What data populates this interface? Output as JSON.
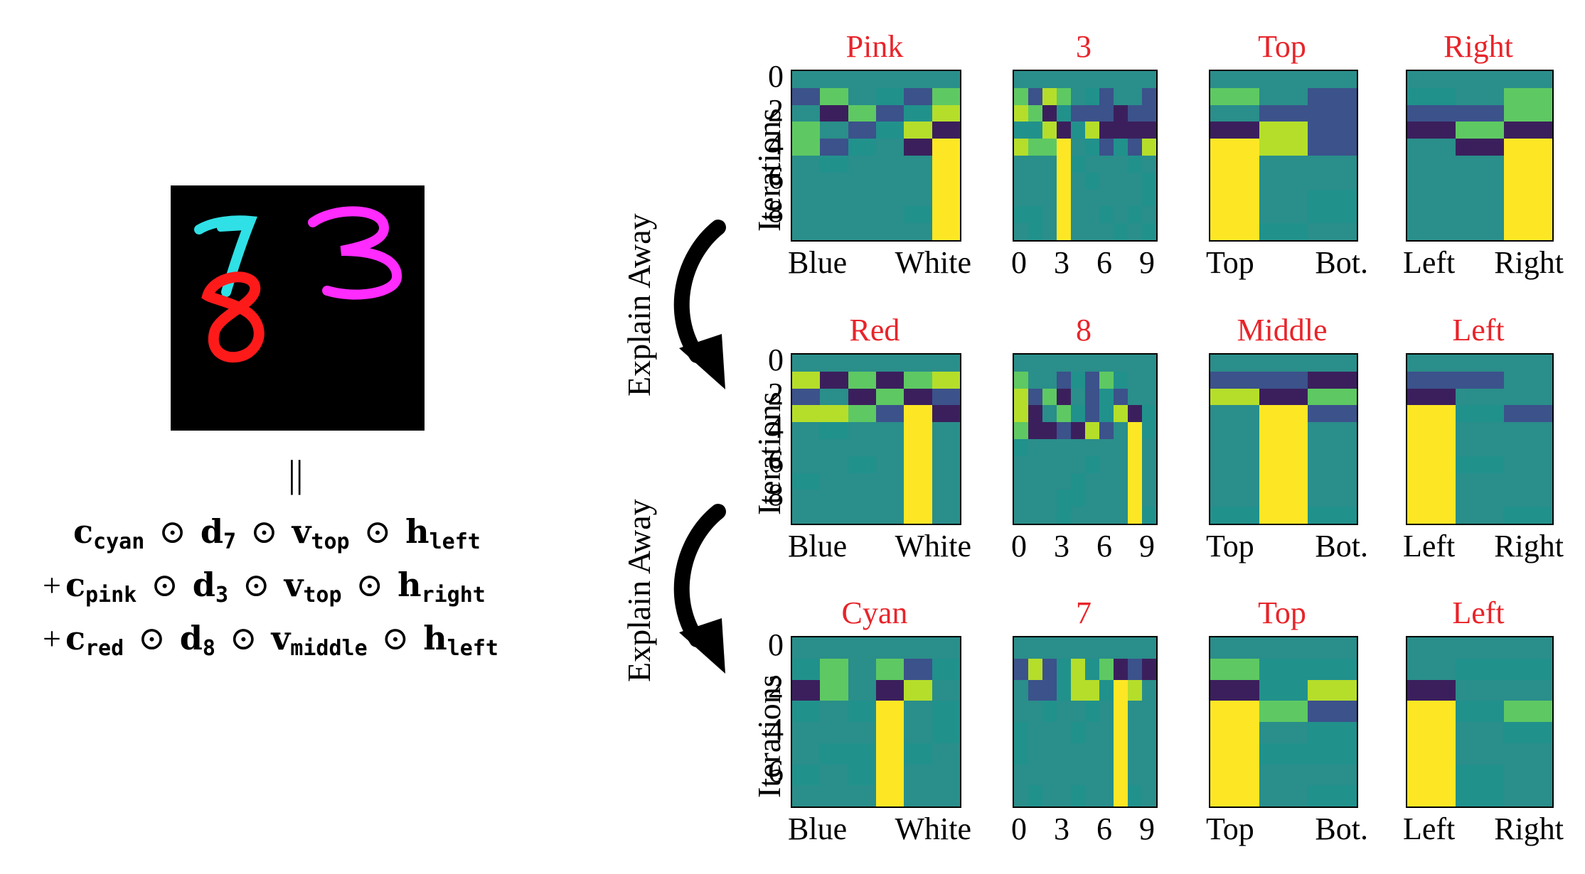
{
  "mnist_image": {
    "digits": [
      "7",
      "8",
      "3"
    ],
    "digit_colors": {
      "7": "#2fe0e6",
      "8": "#ff1a1a",
      "3": "#ff2bff"
    }
  },
  "equals_sign": "||",
  "equation": {
    "line1": {
      "c": "c",
      "c_sub": "cyan",
      "d": "d",
      "d_sub": "7",
      "v": "v",
      "v_sub": "top",
      "h": "h",
      "h_sub": "left"
    },
    "line2": {
      "plus": "+",
      "c": "c",
      "c_sub": "pink",
      "d": "d",
      "d_sub": "3",
      "v": "v",
      "v_sub": "top",
      "h": "h",
      "h_sub": "right"
    },
    "line3": {
      "plus": "+",
      "c": "c",
      "c_sub": "red",
      "d": "d",
      "d_sub": "8",
      "v": "v",
      "v_sub": "middle",
      "h": "h",
      "h_sub": "left"
    },
    "operator": "⊙"
  },
  "arrows": [
    "Explain Away",
    "Explain Away"
  ],
  "y_axis_title": "Iterations",
  "palette": {
    "yellow": "#fde725",
    "teal": "#2a8e8a",
    "dark": "#3b1f5c",
    "green": "#5ec962",
    "lime": "#b5de2b",
    "blue": "#3b528b",
    "darkteal": "#21918c"
  },
  "rows": [
    {
      "y_ticks": [
        "0",
        "2",
        "4",
        "6",
        "8"
      ],
      "panels": [
        {
          "title": "Pink",
          "x_labels": [
            "Blue",
            "White"
          ],
          "active_col": 5,
          "active_from": 4
        },
        {
          "title": "3",
          "x_labels": [
            "0",
            "3",
            "6",
            "9"
          ],
          "active_col": 3,
          "active_from": 4
        },
        {
          "title": "Top",
          "x_labels": [
            "Top",
            "Bot."
          ],
          "active_col": 0,
          "active_from": 4
        },
        {
          "title": "Right",
          "x_labels": [
            "Left",
            "Right"
          ],
          "active_col": 2,
          "active_from": 4
        }
      ]
    },
    {
      "y_ticks": [
        "0",
        "2",
        "4",
        "6",
        "8"
      ],
      "panels": [
        {
          "title": "Red",
          "x_labels": [
            "Blue",
            "White"
          ],
          "active_col": 4,
          "active_from": 3
        },
        {
          "title": "8",
          "x_labels": [
            "0",
            "3",
            "6",
            "9"
          ],
          "active_col": 8,
          "active_from": 4
        },
        {
          "title": "Middle",
          "x_labels": [
            "Top",
            "Bot."
          ],
          "active_col": 1,
          "active_from": 3
        },
        {
          "title": "Left",
          "x_labels": [
            "Left",
            "Right"
          ],
          "active_col": 0,
          "active_from": 3
        }
      ]
    },
    {
      "y_ticks": [
        "0",
        "2",
        "4",
        "6"
      ],
      "panels": [
        {
          "title": "Cyan",
          "x_labels": [
            "Blue",
            "White"
          ],
          "active_col": 3,
          "active_from": 3
        },
        {
          "title": "7",
          "x_labels": [
            "0",
            "3",
            "6",
            "9"
          ],
          "active_col": 7,
          "active_from": 2
        },
        {
          "title": "Top",
          "x_labels": [
            "Top",
            "Bot."
          ],
          "active_col": 0,
          "active_from": 3
        },
        {
          "title": "Left",
          "x_labels": [
            "Left",
            "Right"
          ],
          "active_col": 0,
          "active_from": 3
        }
      ]
    }
  ]
}
